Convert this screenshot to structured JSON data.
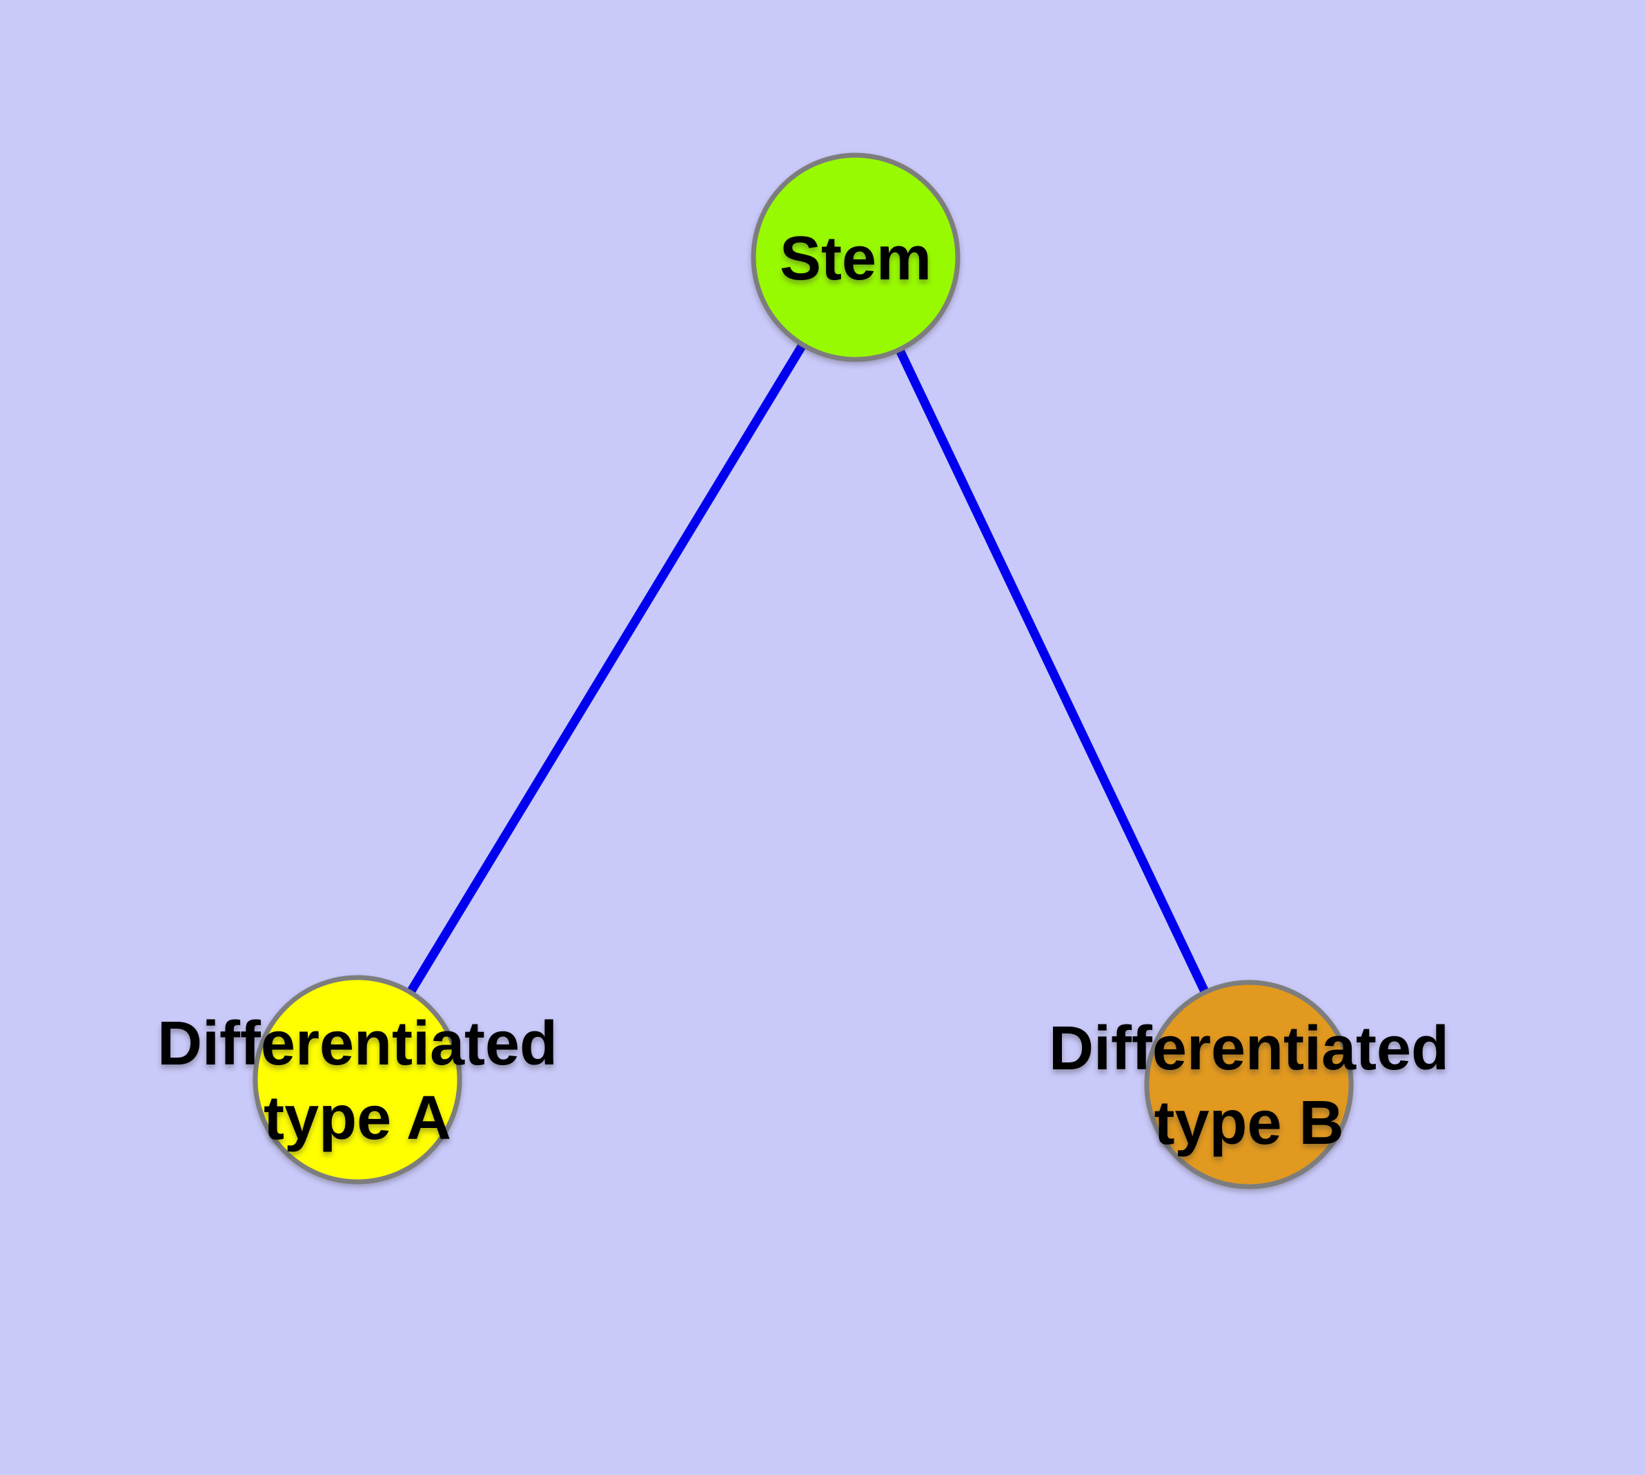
{
  "diagram": {
    "type": "graph",
    "description": "Stem cell differentiation tree with one root node and two differentiated child nodes",
    "background_color": "#C9C9FA",
    "edge_color": "#0000EE",
    "node_border_color": "#7D7D7D",
    "label_color": "#000000",
    "nodes": [
      {
        "id": "stem",
        "label": "Stem",
        "color": "#98FA00"
      },
      {
        "id": "differentiated-type-a",
        "label_lines": [
          "Differentiated",
          "type A"
        ],
        "color": "#FFFF00"
      },
      {
        "id": "differentiated-type-b",
        "label_lines": [
          "Differentiated",
          "type B"
        ],
        "color": "#E2991F"
      }
    ],
    "edges": [
      {
        "from": "Stem",
        "to": "Differentiated type A"
      },
      {
        "from": "Stem",
        "to": "Differentiated type B"
      }
    ]
  }
}
